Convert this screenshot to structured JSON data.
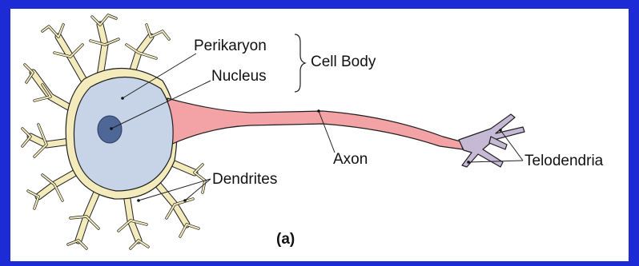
{
  "colors": {
    "border": "#1c2bd6",
    "background": "#ffffff",
    "cell_body": "#c7d3e7",
    "nucleus": "#4e6796",
    "dendrite": "#f3ebbb",
    "axon": "#f3a3a6",
    "telodendria": "#c5b9d6",
    "outline": "#1f1f1f"
  },
  "labels": {
    "perikaryon": "Perikaryon",
    "nucleus": "Nucleus",
    "cell_body": "Cell Body",
    "axon": "Axon",
    "dendrites": "Dendrites",
    "telodendria": "Telodendria",
    "panel": "(a)"
  }
}
